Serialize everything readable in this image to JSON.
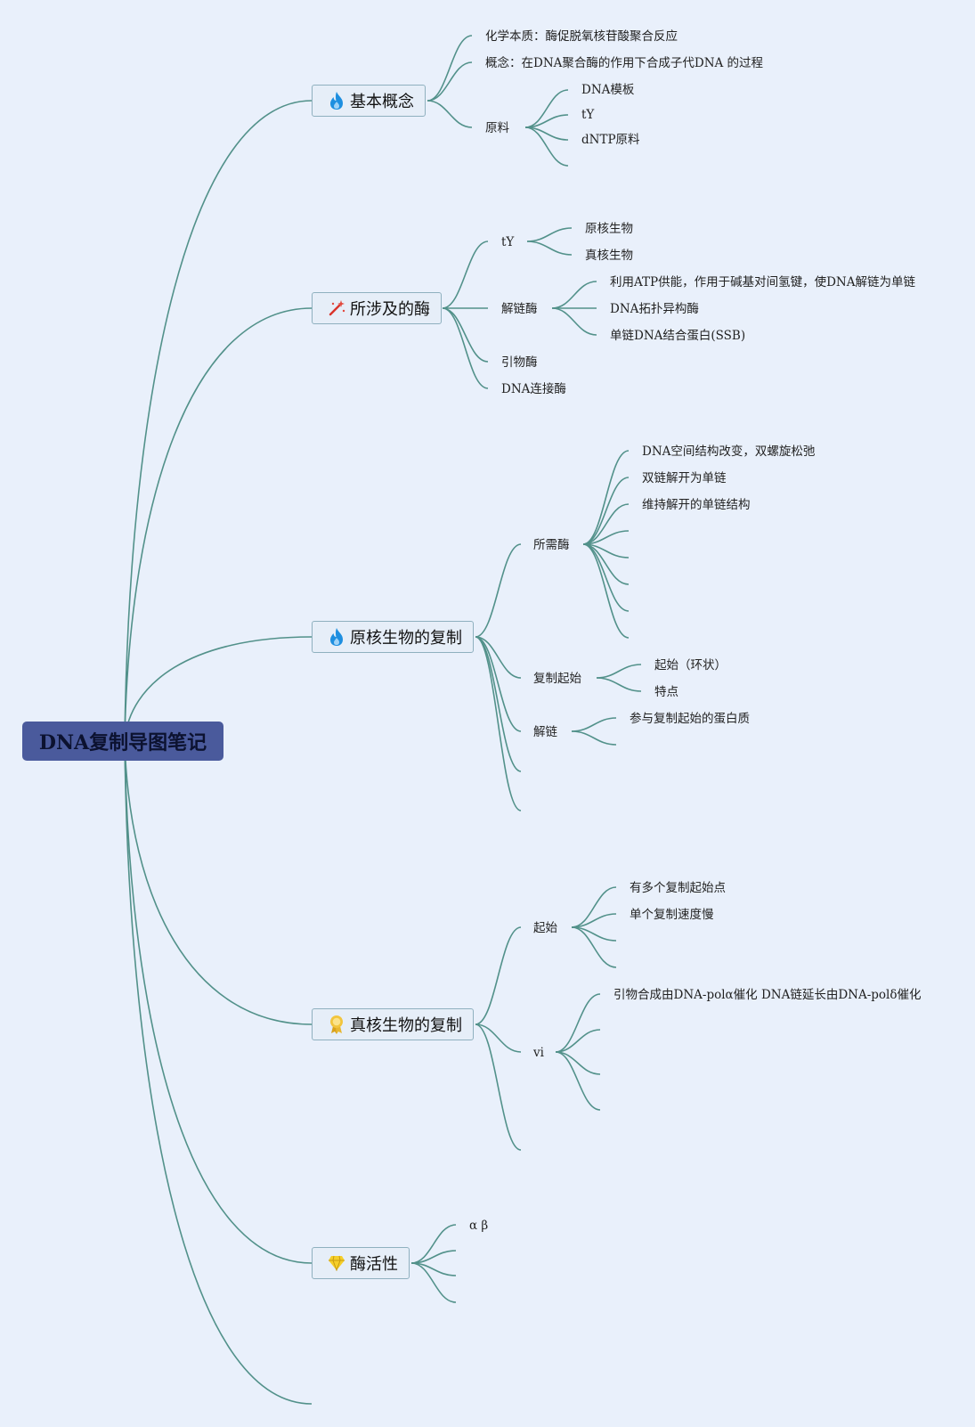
{
  "root": {
    "label": "DNA复制导图笔记"
  },
  "branches": {
    "concept": {
      "label": "基本概念",
      "icon": "fire-icon",
      "chemical": "化学本质：酶促脱氧核苷酸聚合反应",
      "definition": "概念：在DNA聚合酶的作用下合成子代DNA 的过程",
      "materials": {
        "label": "原料",
        "items": [
          "DNA模板",
          "tY",
          "dNTP原料"
        ]
      }
    },
    "enzymes": {
      "label": "所涉及的酶",
      "icon": "magic-wand-icon",
      "ty": {
        "label": "tY",
        "items": [
          "原核生物",
          "真核生物"
        ]
      },
      "helicase": {
        "label": "解链酶",
        "items": [
          "利用ATP供能，作用于碱基对间氢键，使DNA解链为单链",
          "DNA拓扑异构酶",
          "单链DNA结合蛋白(SSB)"
        ]
      },
      "primase": "引物酶",
      "ligase": "DNA连接酶"
    },
    "prokaryote": {
      "label": "原核生物的复制",
      "icon": "fire-icon",
      "required_enzymes": {
        "label": "所需酶",
        "items": [
          "DNA空间结构改变，双螺旋松弛",
          "双链解开为单链",
          "维持解开的单链结构"
        ]
      },
      "initiation": {
        "label": "复制起始",
        "items": [
          "起始（环状）",
          "特点"
        ]
      },
      "unwinding": {
        "label": "解链",
        "items": [
          "参与复制起始的蛋白质"
        ]
      }
    },
    "eukaryote": {
      "label": "真核生物的复制",
      "icon": "badge-icon",
      "start": {
        "label": "起始",
        "items": [
          "有多个复制起始点",
          "单个复制速度慢"
        ]
      },
      "vi": {
        "label": "vi",
        "items": [
          "引物合成由DNA-polα催化 DNA链延长由DNA-polδ催化"
        ]
      }
    },
    "activity": {
      "label": "酶活性",
      "icon": "diamond-icon",
      "items": [
        "α β"
      ]
    }
  },
  "colors": {
    "background": "#e9f0fb",
    "root_fill": "#4a5a9c",
    "link": "#52918a",
    "node_border": "#8fb0bf"
  }
}
